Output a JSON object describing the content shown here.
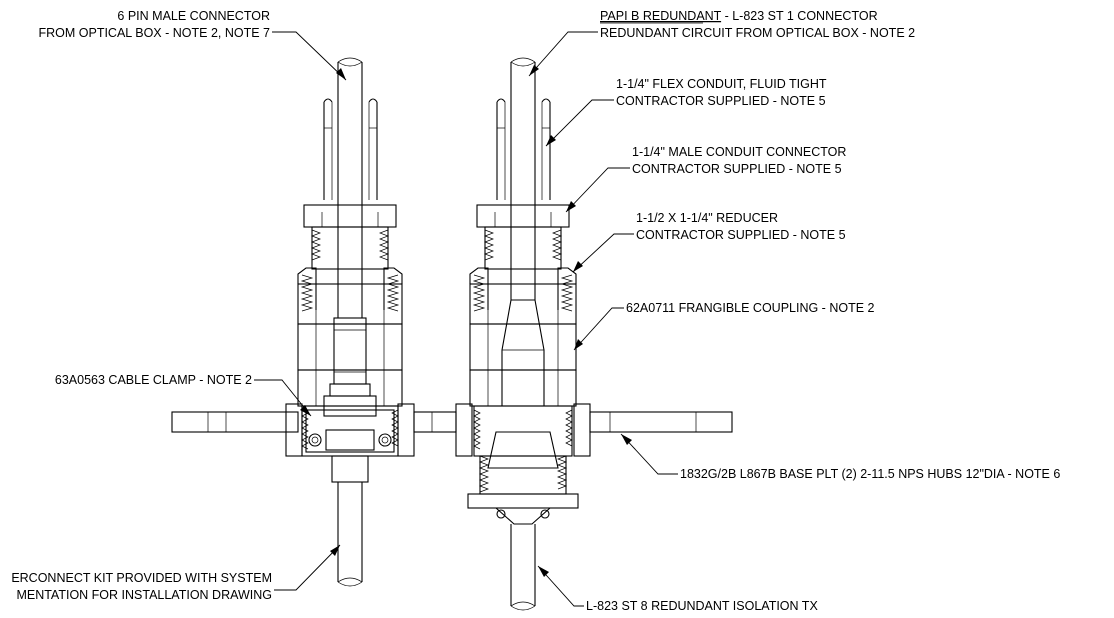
{
  "labels": {
    "pin_connector": {
      "line1": "6 PIN MALE CONNECTOR",
      "line2": "FROM OPTICAL BOX - NOTE 2, NOTE 7"
    },
    "papi_redundant": {
      "line1_underlined": "PAPI B REDUNDANT",
      "line1_rest": " - L-823 ST 1 CONNECTOR",
      "line2": "REDUNDANT CIRCUIT FROM OPTICAL BOX - NOTE 2"
    },
    "flex_conduit": {
      "line1": "1-1/4\" FLEX CONDUIT, FLUID TIGHT",
      "line2": "CONTRACTOR SUPPLIED - NOTE 5"
    },
    "male_conduit_connector": {
      "line1": "1-1/4\" MALE CONDUIT CONNECTOR",
      "line2": "CONTRACTOR SUPPLIED - NOTE 5"
    },
    "reducer": {
      "line1": "1-1/2 X 1-1/4\" REDUCER",
      "line2": "CONTRACTOR SUPPLIED - NOTE 5"
    },
    "frangible_coupling": {
      "line1": "62A0711 FRANGIBLE COUPLING - NOTE 2"
    },
    "cable_clamp": {
      "line1": "63A0563 CABLE CLAMP - NOTE 2"
    },
    "base_plate": {
      "line1": "1832G/2B L867B BASE PLT (2) 2-11.5 NPS HUBS 12\"DIA - NOTE 6"
    },
    "interconnect_kit": {
      "line1": "ERCONNECT KIT PROVIDED WITH SYSTEM",
      "line2": "MENTATION FOR INSTALLATION DRAWING"
    },
    "isolation_tx": {
      "line1": "L-823 ST 8 REDUNDANT ISOLATION TX"
    }
  }
}
